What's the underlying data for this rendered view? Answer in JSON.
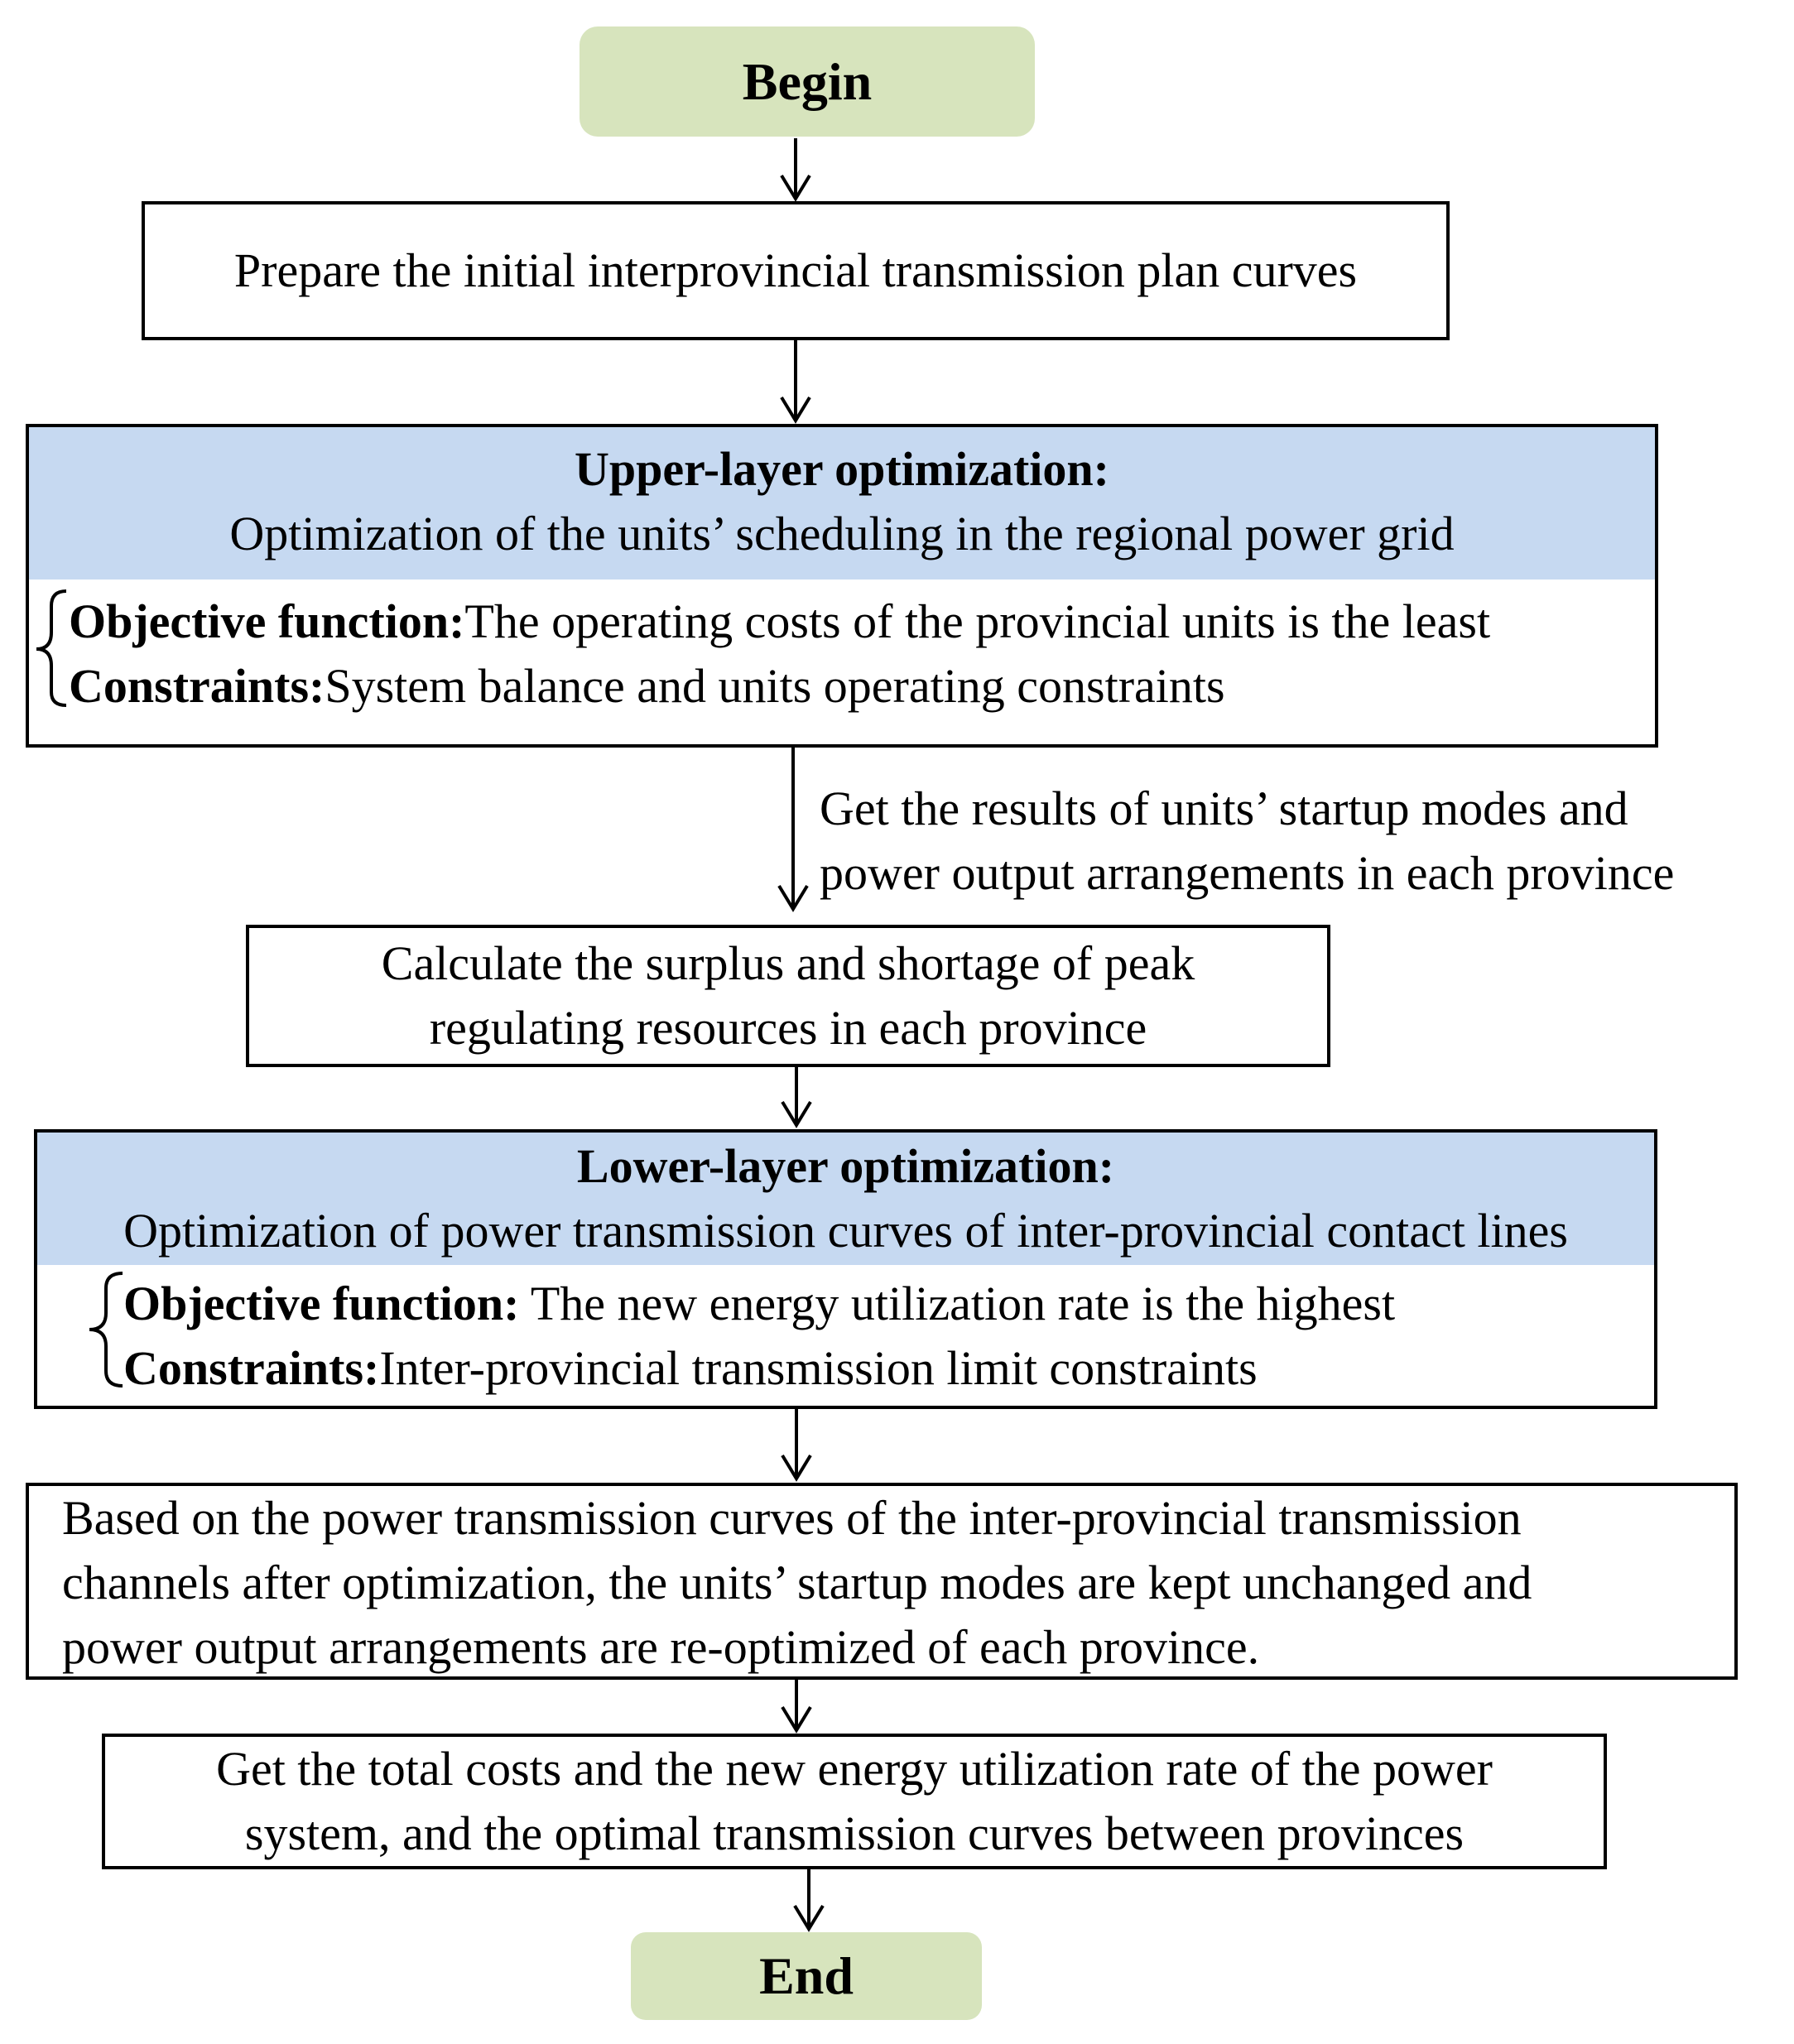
{
  "begin": "Begin",
  "step1": "Prepare the initial interprovincial transmission plan curves",
  "upper": {
    "title": "Upper-layer optimization:",
    "subtitle": "Optimization of the units’ scheduling in the regional power grid",
    "objective_label": "Objective function:",
    "objective_text": "The operating costs of the provincial units is the least",
    "constraints_label": "Constraints:",
    "constraints_text": "System balance and units operating constraints"
  },
  "note1_line1": "Get the results of units’ startup modes and",
  "note1_line2": "power output arrangements in each province",
  "step3_line1": "Calculate the surplus and shortage of peak",
  "step3_line2": "regulating resources in each province",
  "lower": {
    "title": "Lower-layer optimization:",
    "subtitle": "Optimization of power transmission curves of inter-provincial contact lines",
    "objective_label": "Objective function:",
    "objective_text": " The new energy utilization rate is the highest",
    "constraints_label": "Constraints:",
    "constraints_text": "Inter-provincial transmission limit constraints"
  },
  "step5_line1": "Based on the power transmission curves of the inter-provincial transmission",
  "step5_line2": "channels after optimization, the units’ startup modes are kept unchanged and",
  "step5_line3": "power output arrangements are re-optimized of each province.",
  "step6_line1": "Get the total costs and the new energy utilization rate of the power",
  "step6_line2": "system, and the optimal transmission curves between provinces",
  "end": "End"
}
